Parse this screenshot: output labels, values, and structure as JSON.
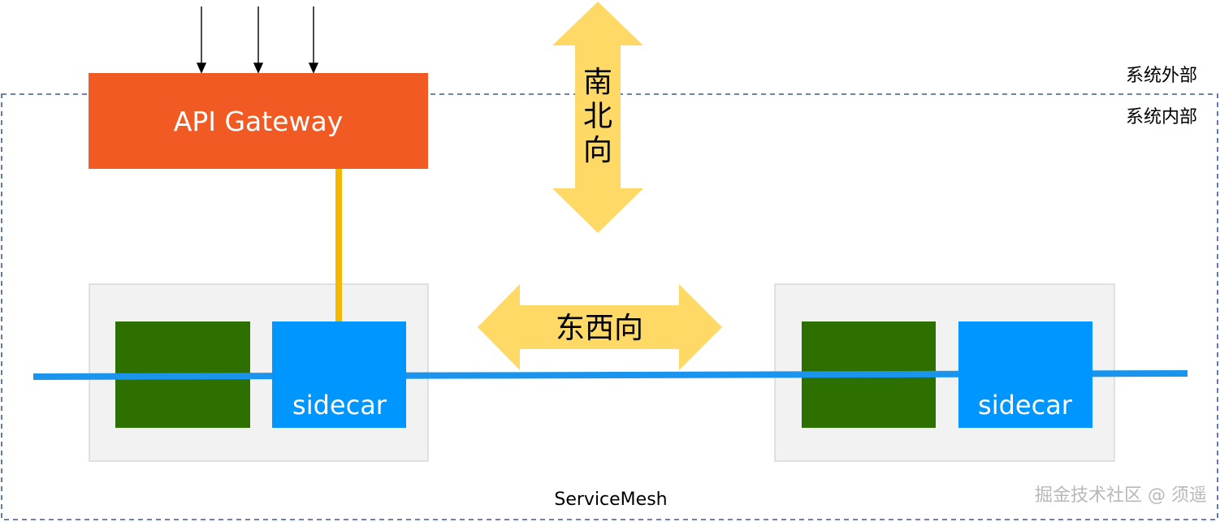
{
  "gateway": {
    "label": "API Gateway"
  },
  "arrows": {
    "north_south": {
      "label_chars": [
        "南",
        "北",
        "向"
      ]
    },
    "east_west": {
      "label": "东西向"
    }
  },
  "zones": {
    "outside_label": "系统外部",
    "inside_label": "系统内部"
  },
  "services": [
    {
      "sidecar_label": "sidecar"
    },
    {
      "sidecar_label": "sidecar"
    }
  ],
  "mesh": {
    "label": "ServiceMesh"
  },
  "watermark": {
    "text": "掘金技术社区 @ 须遥"
  },
  "colors": {
    "gateway": "#f15a22",
    "link_yellow": "#f5b800",
    "arrow_fill": "#ffd966",
    "service_green": "#2e7000",
    "sidecar_blue": "#0096ff",
    "mesh_line": "#1a94ec",
    "service_box": "#f2f2f2",
    "boundary": "#3b5a8f"
  }
}
